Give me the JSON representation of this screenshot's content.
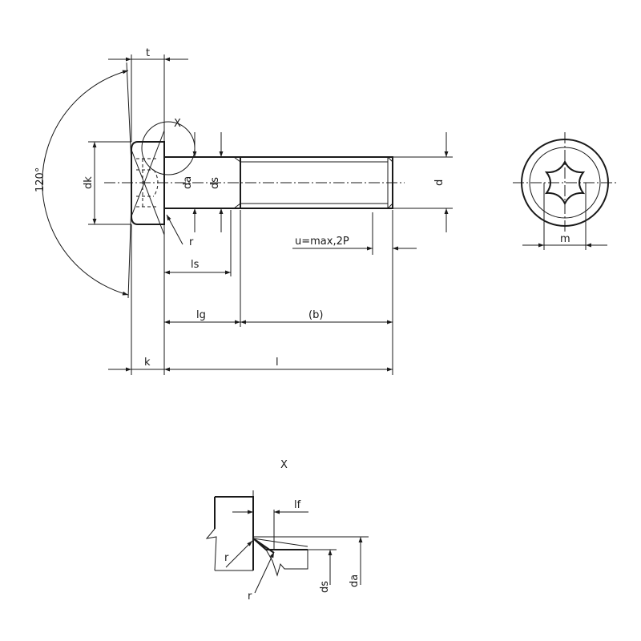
{
  "main_view": {
    "labels": {
      "t": "t",
      "angle": "120°",
      "detail_ref": "X",
      "dk": "dk",
      "da": "da",
      "ds": "ds",
      "d": "d",
      "r": "r",
      "u": "u=max,2P",
      "ls": "ls",
      "lg": "lg",
      "b": "(b)",
      "k": "k",
      "l": "l"
    }
  },
  "end_view": {
    "labels": {
      "m": "m"
    },
    "icon": "hexalobular-socket-icon"
  },
  "detail_view": {
    "title": "X",
    "labels": {
      "lf": "lf",
      "r_upper": "r",
      "r_lower": "r",
      "ds": "ds",
      "da": "da"
    }
  },
  "colors": {
    "line": "#1a1a1a",
    "background": "#ffffff"
  }
}
